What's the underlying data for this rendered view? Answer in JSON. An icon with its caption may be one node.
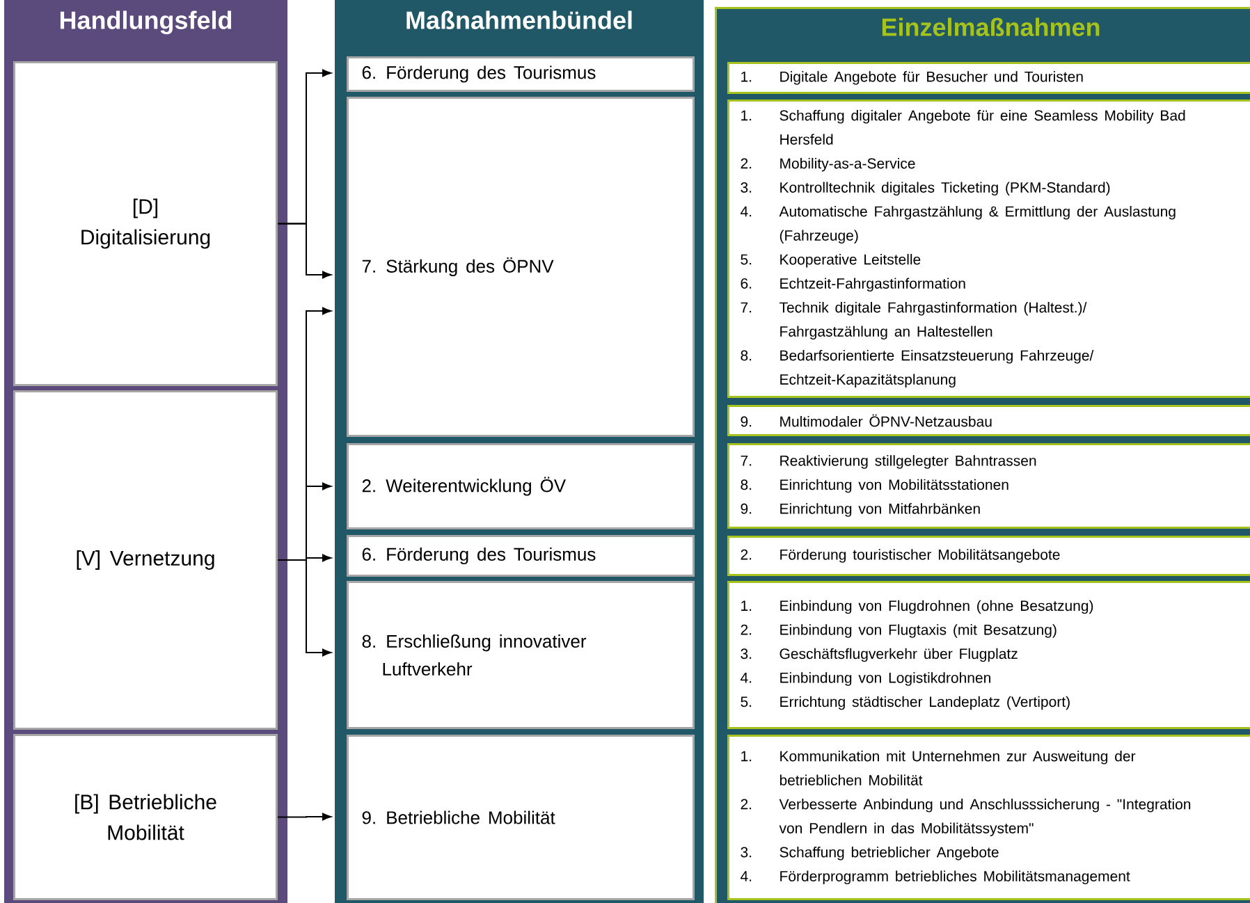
{
  "diagram": {
    "nodes": [
      {
        "text": [
          "Handlungsfeld"
        ]
      },
      {
        "text": [
          "[D] Digitalisierung"
        ],
        "in": 0
      },
      {
        "text": [
          "[V] Vernetzung"
        ],
        "in": 0
      },
      {
        "text": [
          "[B] Betriebliche Mobilität"
        ],
        "in": 0
      },
      {
        "text": [
          "Maßnahmenbündel"
        ]
      },
      {
        "text": [
          "6. Förderung des Tourismus"
        ],
        "in": 4
      },
      {
        "text": [
          "7. Stärkung des ÖPNV"
        ],
        "in": 4
      },
      {
        "text": [
          "2. Weiterentwicklung ÖV"
        ],
        "in": 4
      },
      {
        "text": [
          "6. Förderung des Tourismus"
        ],
        "in": 4
      },
      {
        "text": [
          "8. Erschließung innovativer Luftverkehr"
        ],
        "in": 4
      },
      {
        "text": [
          "9. Betriebliche Mobilität"
        ],
        "in": 4
      },
      {
        "text": [
          "Einzelmaßnahmen"
        ]
      },
      {
        "text": [
          "1.",
          "Digitale Angebote für Besucher und Touristen"
        ],
        "in": 11
      },
      {
        "text": [
          "1.",
          "Schaffung digitaler Angebote für eine Seamless Mobility Bad Hersfeld",
          "2.",
          "Mobility-as-a-Service",
          "3.",
          "Kontrolltechnik digitales Ticketing (PKM-Standard)",
          "4.",
          "Automatische Fahrgastzählung & Ermittlung der Auslastung (Fahrzeuge)",
          "5.",
          "Kooperative Leitstelle",
          "6.",
          "Echtzeit-Fahrgastinformation",
          "7.",
          "Technik digitale Fahrgastinformation (Haltest.)/ Fahrgastzählung an Haltestellen",
          "8.",
          "Bedarfsorientierte Einsatzsteuerung Fahrzeuge/ Echtzeit-Kapazitätsplanung"
        ],
        "in": 11
      },
      {
        "text": [
          "9.",
          "Multimodaler ÖPNV-Netzausbau"
        ],
        "in": 11
      },
      {
        "text": [
          "7.",
          "Reaktivierung stillgelegter Bahntrassen",
          "8.",
          "Einrichtung von Mobilitätsstationen",
          "9.",
          "Einrichtung von Mitfahrbänken"
        ],
        "in": 11
      },
      {
        "text": [
          "2.",
          "Förderung touristischer Mobilitätsangebote"
        ],
        "in": 11
      },
      {
        "text": [
          "1.",
          "Einbindung von Flugdrohnen (ohne Besatzung)",
          "2.",
          "Einbindung von Flugtaxis (mit Besatzung)",
          "3.",
          "Geschäftsflugverkehr über Flugplatz",
          "4.",
          "Einbindung von Logistikdrohnen",
          "5.",
          "Errichtung städtischer Landeplatz (Vertiport)"
        ],
        "in": 11
      },
      {
        "text": [
          "1.",
          "Kommunikation mit Unternehmen zur Ausweitung der betrieblichen Mobilität",
          "2.",
          "Verbesserte Anbindung und Anschlusssicherung - \"Integration von Pendlern in das Mobilitätssystem\"",
          "3.",
          "Schaffung betrieblicher Angebote",
          "4.",
          "Förderprogramm betriebliches Mobilitätsmanagement"
        ],
        "in": 11
      }
    ],
    "edges": [
      {
        "from": 1,
        "to": 5,
        "arrow": "to"
      },
      {
        "from": 1,
        "to": 6,
        "arrow": "to"
      },
      {
        "from": 2,
        "to": 6,
        "arrow": "to"
      },
      {
        "from": 2,
        "to": 7,
        "arrow": "to"
      },
      {
        "from": 2,
        "to": 8,
        "arrow": "to"
      },
      {
        "from": 2,
        "to": 9,
        "arrow": "to"
      },
      {
        "from": 3,
        "to": 10,
        "arrow": "to"
      }
    ]
  }
}
